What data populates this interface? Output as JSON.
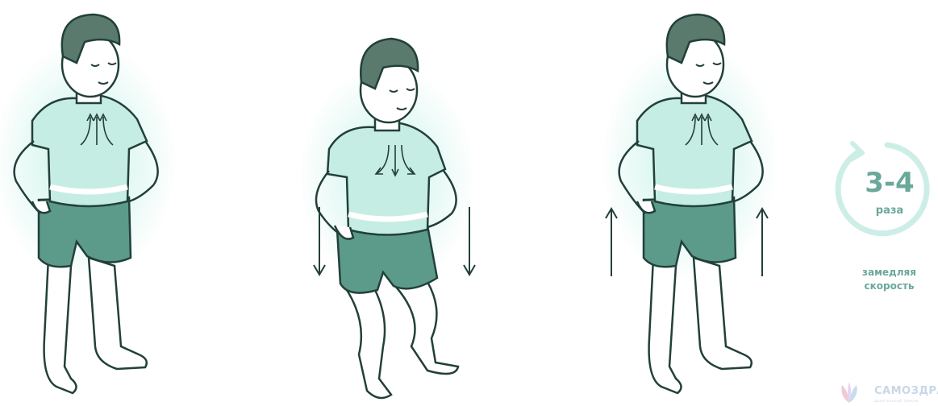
{
  "exercise": {
    "repetitions": "3-4",
    "repetitions_unit": "раза",
    "tempo_line1": "замедляя",
    "tempo_line2": "скорость"
  },
  "brand": {
    "name": "САМОЗДРА",
    "tagline": "дыхательный тренаж"
  },
  "colors": {
    "accent": "#6aa89a",
    "shirt": "#c6ede3",
    "shorts": "#5c9a89",
    "hair": "#5a7a6e",
    "outline": "#22403a",
    "glow": "#bff0e4"
  },
  "figures": [
    {
      "pose": "standing-inhale",
      "breath": "up-arrows"
    },
    {
      "pose": "squat-exhale",
      "breath": "down-arrows",
      "motion": "down"
    },
    {
      "pose": "standing-inhale",
      "breath": "up-arrows",
      "motion": "up"
    }
  ]
}
